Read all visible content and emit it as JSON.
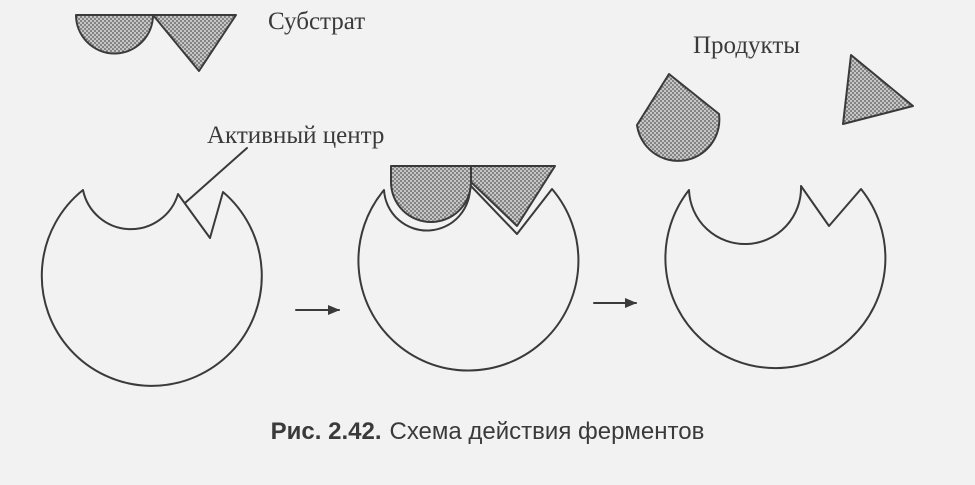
{
  "labels": {
    "substrate": "Субстрат",
    "products": "Продукты",
    "active_site": "Активный центр"
  },
  "caption": {
    "number": "Рис. 2.42.",
    "text": "Схема действия ферментов"
  },
  "colors": {
    "background": "#f2f2f2",
    "ink": "#3a3a3a",
    "dots": "#555555"
  }
}
